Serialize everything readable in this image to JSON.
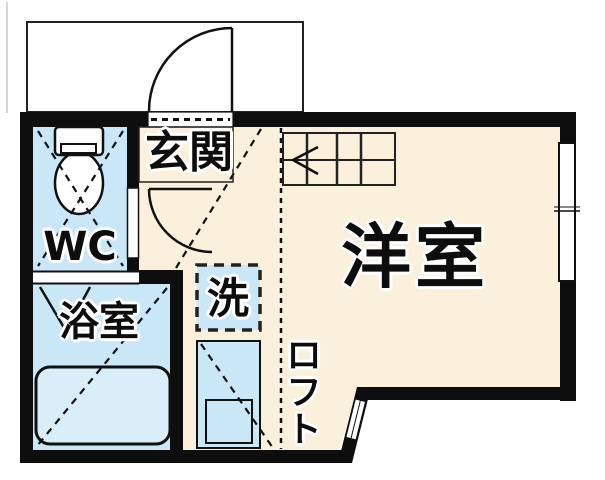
{
  "floorplan": {
    "labels": {
      "genkan": "玄関",
      "wc": "WC",
      "bathroom": "浴室",
      "laundry": "洗",
      "main_room": "洋室",
      "loft_chars": [
        "ロ",
        "フ",
        "ト"
      ]
    },
    "colors": {
      "background": "#FFFFFF",
      "floor": "#FAF0DC",
      "wet_area": "#C9E7F6",
      "bathtub": "#D9EEF9",
      "wall": "#0E0E0E",
      "line": "#111111"
    },
    "symbols": [
      "entrance-door-swing-icon",
      "interior-door-swing-icon",
      "folding-door-icon",
      "sliding-door-icon",
      "toilet-icon",
      "bathtub-icon",
      "washing-machine-pan-icon",
      "kitchen-sink-icon",
      "stairs-icon",
      "arrow-left-icon",
      "window-icon",
      "loft-boundary-dashes"
    ]
  }
}
